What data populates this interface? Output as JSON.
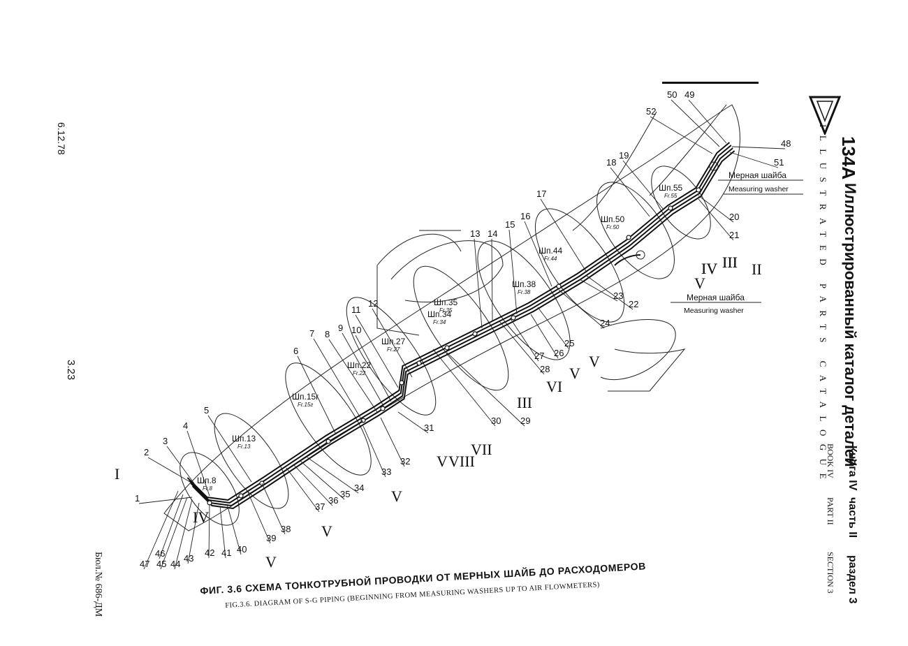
{
  "margin": {
    "date": "6.12.78",
    "page_number": "3.23",
    "bulletin": "Бюл.№ 686-ДМ"
  },
  "header": {
    "aircraft": "134А",
    "catalog_ru": "Иллюстрированный каталог деталей",
    "catalog_en": "ILLUSTRATED PARTS CATALOGUE",
    "book_ru": "Книга IV",
    "part_ru": "часть II",
    "section_ru": "раздел 3",
    "book_en": "BOOK IV",
    "part_en": "PART II",
    "section_en": "SECTION 3"
  },
  "figure": {
    "caption_ru": "ФИГ. 3.6   СХЕМА ТОНКОТРУБНОЙ ПРОВОДКИ ОТ МЕРНЫХ ШАЙБ ДО РАСХОДОМЕРОВ",
    "caption_en": "FIG.3.6. DIAGRAM OF S-G PIPING (BEGINNING FROM MEASURING WASHERS UP TO AIR FLOWMETERS)"
  },
  "callouts": {
    "washer_1_ru": "Мерная шайба",
    "washer_1_en": "Measuring washer",
    "washer_2_ru": "Мерная шайба",
    "washer_2_en": "Measuring washer"
  },
  "frames": [
    {
      "ru": "Шп.55",
      "en": "Fr.55"
    },
    {
      "ru": "Шп.50",
      "en": "Fr.50"
    },
    {
      "ru": "Шп.44",
      "en": "Fr.44"
    },
    {
      "ru": "Шп.38",
      "en": "Fr.38"
    },
    {
      "ru": "Шп.35",
      "en": "Fr.35"
    },
    {
      "ru": "Шп.34",
      "en": "Fr.34"
    },
    {
      "ru": "Шп.27",
      "en": "Fr.27"
    },
    {
      "ru": "Шп.22",
      "en": "Fr.22"
    },
    {
      "ru": "Шп.15г",
      "en": "Fr.15г"
    },
    {
      "ru": "Шп.13",
      "en": "Fr.13"
    },
    {
      "ru": "Шп.8",
      "en": "Fr.8"
    }
  ],
  "part_numbers": [
    "1",
    "2",
    "3",
    "4",
    "5",
    "6",
    "7",
    "8",
    "9",
    "10",
    "11",
    "12",
    "13",
    "14",
    "15",
    "16",
    "17",
    "18",
    "19",
    "20",
    "21",
    "22",
    "23",
    "24",
    "25",
    "26",
    "27",
    "28",
    "29",
    "30",
    "31",
    "32",
    "33",
    "34",
    "35",
    "36",
    "37",
    "38",
    "39",
    "40",
    "41",
    "42",
    "43",
    "44",
    "45",
    "46",
    "47",
    "48",
    "49",
    "50",
    "51",
    "52"
  ],
  "section_marks": [
    "I",
    "II",
    "III",
    "IV",
    "V",
    "V",
    "V",
    "V",
    "V",
    "V",
    "V",
    "VI",
    "VII",
    "VIII",
    "III",
    "III",
    "IV",
    "IV"
  ]
}
